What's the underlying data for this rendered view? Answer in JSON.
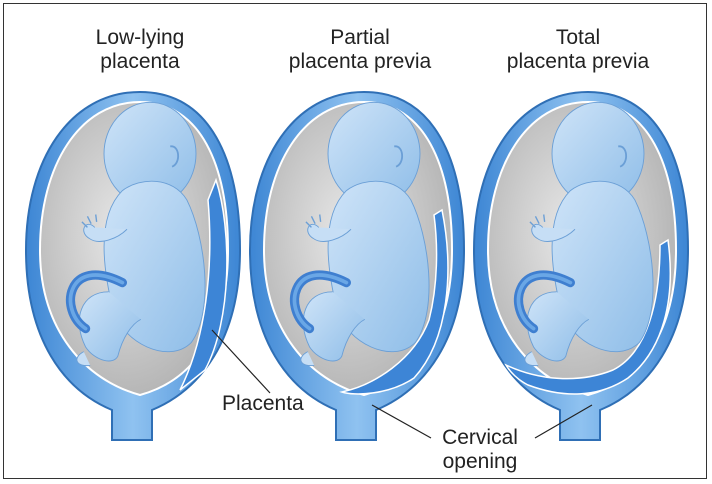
{
  "panels": [
    {
      "title": "Low-lying\nplacenta"
    },
    {
      "title": "Partial\nplacenta previa"
    },
    {
      "title": "Total\nplacenta previa"
    }
  ],
  "labels": {
    "placenta": "Placenta",
    "cervical_opening": "Cervical\nopening"
  },
  "colors": {
    "uterus_wall": "#5a9ee0",
    "uterus_outline": "#2f6fb5",
    "amniotic": "#bdbdbd",
    "fetus": "#a9cdf0",
    "placenta": "#3d85d6",
    "cord": "#3f7fd0"
  }
}
